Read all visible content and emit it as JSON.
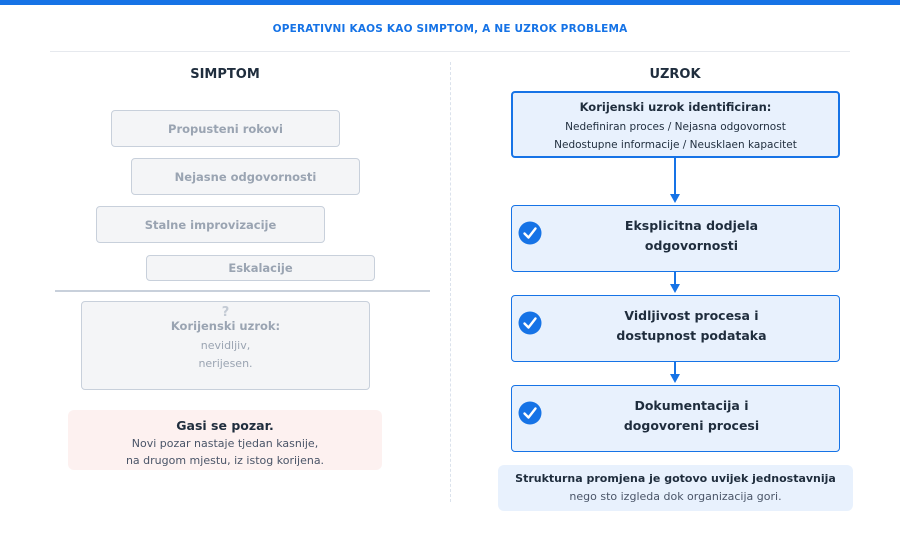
{
  "title": "OPERATIVNI KAOS KAO SIMPTOM, A NE UZROK PROBLEMA",
  "colors": {
    "accent": "#1673e6",
    "muted": "#9aa4b2",
    "fire_bg": "#fdf1f0",
    "cause_bg": "#e8f1fd"
  },
  "left": {
    "heading": "SIMPTOM",
    "symptoms": [
      "Propusteni rokovi",
      "Nejasne odgovornosti",
      "Stalne improvizacije",
      "Eskalacije"
    ],
    "root": {
      "mark": "?",
      "title": "Korijenski uzrok:",
      "line1": "nevidljiv,",
      "line2": "nerijesen."
    },
    "fire": {
      "title": "Gasi se pozar.",
      "line1": "Novi pozar nastaje tjedan kasnije,",
      "line2": "na drugom mjestu, iz istog korijena."
    }
  },
  "right": {
    "heading": "UZROK",
    "cause": {
      "title": "Korijenski uzrok identificiran:",
      "line1": "Nedefiniran proces  /  Nejasna odgovornost",
      "line2": "Nedostupne informacije  /  Neusklaen kapacitet"
    },
    "steps": [
      {
        "line1": "Eksplicitna dodjela",
        "line2": "odgovornosti",
        "icon": "check-circle-icon"
      },
      {
        "line1": "Vidljivost procesa i",
        "line2": "dostupnost podataka",
        "icon": "check-circle-icon"
      },
      {
        "line1": "Dokumentacija i",
        "line2": "dogovoreni procesi",
        "icon": "check-circle-icon"
      }
    ],
    "footer": {
      "line1": "Strukturna promjena je gotovo uvijek jednostavnija",
      "line2": "nego sto izgleda dok organizacija gori."
    }
  }
}
